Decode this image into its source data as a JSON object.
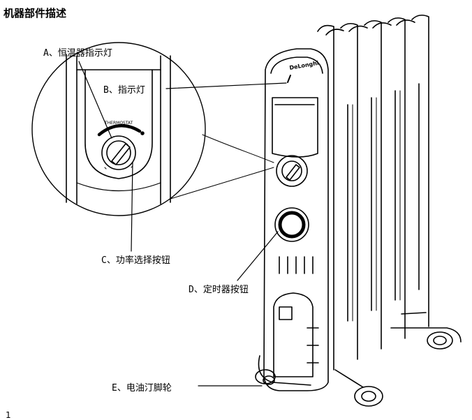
{
  "document": {
    "title": "机器部件描述",
    "page_number": "1"
  },
  "labels": {
    "a": "A、恒温器指示灯",
    "b": "B、指示灯",
    "c": "C、功率选择按钮",
    "d": "D、定时器按钮",
    "e": "E、电油汀脚轮"
  },
  "device": {
    "dial_marking": "THERMOSTAT",
    "brand": "DeLonghi"
  }
}
